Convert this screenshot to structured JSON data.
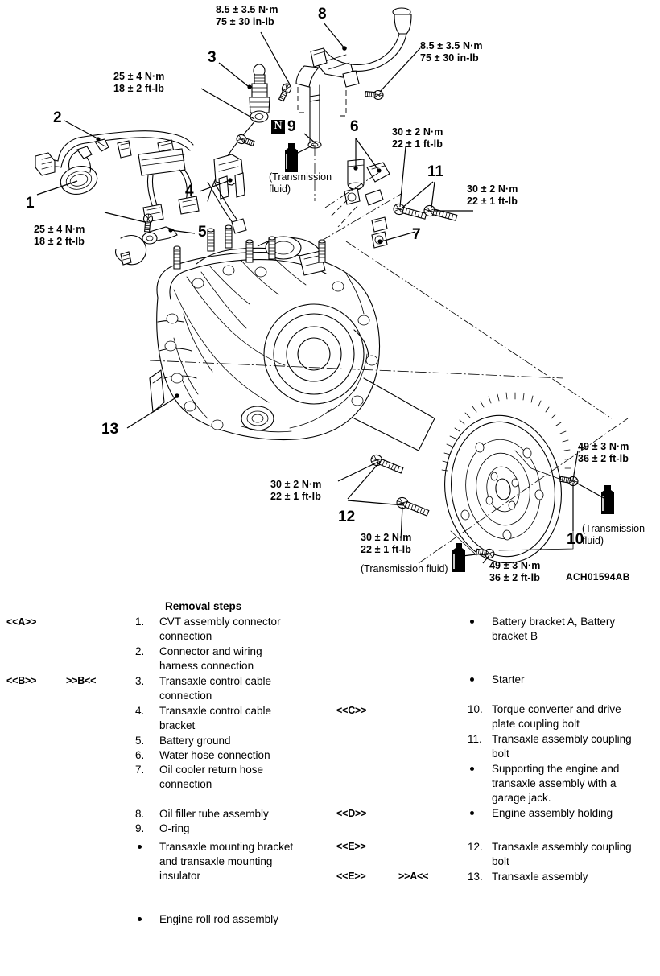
{
  "figure": {
    "id_label": "ACH01594AB",
    "torque_labels": [
      {
        "key": "t1",
        "nm": "8.5 ± 3.5 N·m",
        "imp": "75 ± 30 in-lb"
      },
      {
        "key": "t2",
        "nm": "8.5 ± 3.5 N·m",
        "imp": "75 ± 30 in-lb"
      },
      {
        "key": "t3",
        "nm": "25 ± 4 N·m",
        "imp": "18 ± 2 ft-lb"
      },
      {
        "key": "t4",
        "nm": "25 ± 4 N·m",
        "imp": "18 ± 2 ft-lb"
      },
      {
        "key": "t5",
        "nm": "30 ± 2 N·m",
        "imp": "22 ± 1 ft-lb"
      },
      {
        "key": "t6",
        "nm": "30 ± 2 N·m",
        "imp": "22 ± 1 ft-lb"
      },
      {
        "key": "t7",
        "nm": "30 ± 2 N·m",
        "imp": "22 ± 1 ft-lb"
      },
      {
        "key": "t8",
        "nm": "30 ± 2 N·m",
        "imp": "22 ± 1 ft-lb"
      },
      {
        "key": "t9",
        "nm": "49 ± 3 N·m",
        "imp": "36 ± 2 ft-lb"
      },
      {
        "key": "t10",
        "nm": "49 ± 3 N·m",
        "imp": "36 ± 2 ft-lb"
      }
    ],
    "callouts": [
      {
        "key": "c1",
        "label": "1"
      },
      {
        "key": "c2",
        "label": "2"
      },
      {
        "key": "c3",
        "label": "3"
      },
      {
        "key": "c4",
        "label": "4"
      },
      {
        "key": "c5",
        "label": "5"
      },
      {
        "key": "c6",
        "label": "6"
      },
      {
        "key": "c7",
        "label": "7"
      },
      {
        "key": "c8",
        "label": "8"
      },
      {
        "key": "c10",
        "label": "10"
      },
      {
        "key": "c11",
        "label": "11"
      },
      {
        "key": "c12",
        "label": "12"
      },
      {
        "key": "c13",
        "label": "13"
      }
    ],
    "nonreusable": {
      "box": "N",
      "number": "9"
    },
    "fluid_notes": [
      {
        "key": "f1",
        "line1": "(Transmission",
        "line2": "fluid)"
      },
      {
        "key": "f2",
        "line1": "(Transmission",
        "line2": "fluid)"
      },
      {
        "key": "f3",
        "line1": "(Transmission fluid)",
        "line2": ""
      }
    ]
  },
  "list": {
    "heading": "Removal steps",
    "left_markers": [
      {
        "key": "mA",
        "text": "<<A>>"
      },
      {
        "key": "mB1",
        "text": "<<B>>"
      },
      {
        "key": "mB2",
        "text": ">>B<<"
      },
      {
        "key": "mC",
        "text": "<<C>>"
      },
      {
        "key": "mD",
        "text": "<<D>>"
      },
      {
        "key": "mE1",
        "text": "<<E>>"
      },
      {
        "key": "mE2",
        "text": "<<E>>"
      },
      {
        "key": "mA2",
        "text": ">>A<<"
      }
    ],
    "left_items": [
      {
        "num": "1.",
        "text": "CVT assembly connector connection"
      },
      {
        "num": "2.",
        "text": "Connector and wiring harness connection"
      },
      {
        "num": "3.",
        "text": "Transaxle control cable connection"
      },
      {
        "num": "4.",
        "text": "Transaxle control cable bracket"
      },
      {
        "num": "5.",
        "text": "Battery ground"
      },
      {
        "num": "6.",
        "text": "Water hose connection"
      },
      {
        "num": "7.",
        "text": "Oil cooler return hose connection"
      },
      {
        "num": "8.",
        "text": "Oil filler tube assembly"
      },
      {
        "num": "9.",
        "text": "O-ring"
      },
      {
        "num": "•",
        "text": "Transaxle mounting bracket and transaxle mounting insulator"
      },
      {
        "num": "•",
        "text": "Engine roll rod assembly"
      }
    ],
    "right_items": [
      {
        "num": "•",
        "text": "Battery bracket A, Battery bracket B"
      },
      {
        "num": "•",
        "text": "Starter"
      },
      {
        "num": "10.",
        "text": "Torque converter and drive plate coupling bolt"
      },
      {
        "num": "11.",
        "text": "Transaxle assembly coupling bolt"
      },
      {
        "num": "•",
        "text": "Supporting the engine and transaxle assembly with a garage jack."
      },
      {
        "num": "•",
        "text": "Engine assembly holding"
      },
      {
        "num": "12.",
        "text": "Transaxle assembly coupling bolt"
      },
      {
        "num": "13.",
        "text": "Transaxle assembly"
      }
    ]
  }
}
